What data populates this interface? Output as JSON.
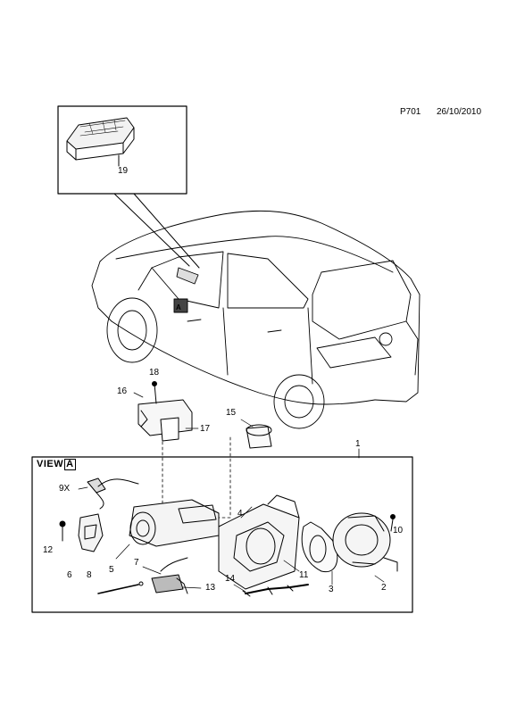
{
  "header": {
    "code": "P701",
    "date": "26/10/2010"
  },
  "view": {
    "word": "VIEW",
    "letter": "A"
  },
  "arrow_marker": "A",
  "callouts": {
    "c19": "19",
    "c18": "18",
    "c16": "16",
    "c17": "17",
    "c15": "15",
    "c1": "1",
    "c9x": "9X",
    "c12": "12",
    "c6": "6",
    "c5": "5",
    "c7": "7",
    "c8": "8",
    "c13": "13",
    "c4": "4",
    "c14": "14",
    "c11": "11",
    "c3": "3",
    "c2": "2",
    "c10": "10"
  }
}
